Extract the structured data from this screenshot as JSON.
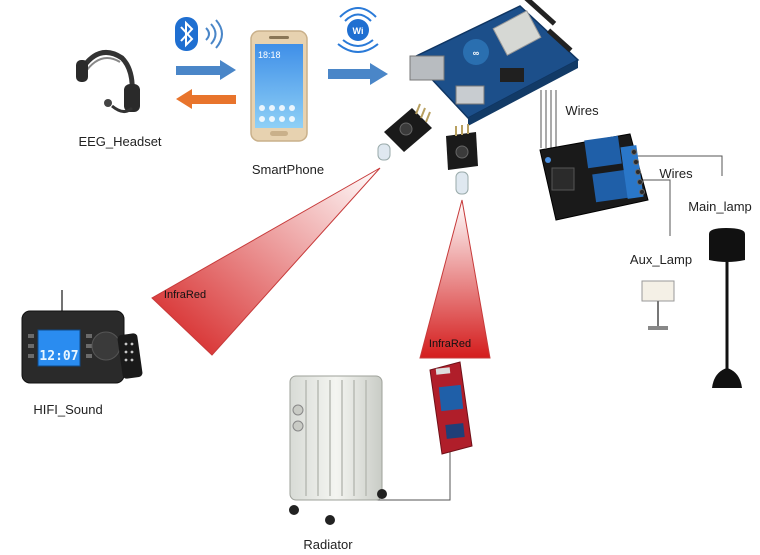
{
  "labels": {
    "eeg_headset": "EEG_Headset",
    "smartphone": "SmartPhone",
    "hifi_sound": "HIFI_Sound",
    "radiator": "Radiator",
    "aux_lamp": "Aux_Lamp",
    "main_lamp": "Main_lamp",
    "wires_top": "Wires",
    "wires_right": "Wires",
    "infrared_left": "InfraRed",
    "infrared_right": "InfraRed"
  },
  "phone": {
    "time": "18:18"
  },
  "hifi": {
    "display_time": "12:07"
  },
  "icons": {
    "bluetooth": "bluetooth-icon",
    "wifi": "wifi-icon"
  },
  "colors": {
    "arrow_blue": "#4a86c8",
    "arrow_orange": "#e8742c",
    "infrared_red": "#d42020",
    "relay_blue": "#1f5fa8",
    "arduino_blue": "#1c4f8a"
  }
}
